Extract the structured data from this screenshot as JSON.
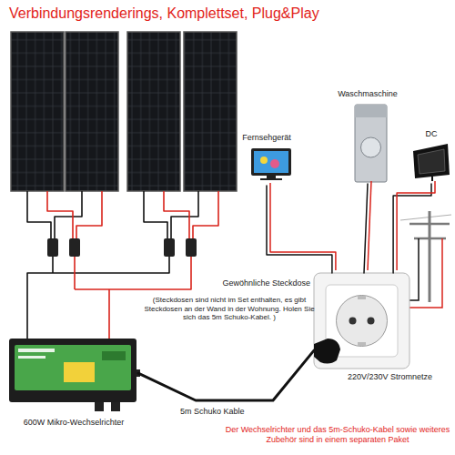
{
  "diagram": {
    "title": "Verbindungsrenderings, Komplettset, Plug&Play",
    "nodes": [
      {
        "text": [
          "Fernsehgerät"
        ]
      },
      {
        "text": [
          "Waschmaschine"
        ]
      },
      {
        "text": [
          "DC"
        ]
      },
      {
        "text": [
          "Gewöhnliche Steckdose"
        ]
      },
      {
        "text": [
          "600W Mikro-Wechselrichter"
        ]
      }
    ],
    "edges": [
      {
        "from": 3,
        "to": 0,
        "arrow": "none"
      },
      {
        "from": 3,
        "to": 1,
        "arrow": "none"
      },
      {
        "from": 3,
        "to": 2,
        "arrow": "none"
      },
      {
        "from": 4,
        "to": 3,
        "arrow": "none"
      }
    ],
    "labels": [
      "(Steckdosen sind nicht im Set enthalten, es gibt Steckdosen an der Wand in der Wohnung. Holen Sie sich das 5m Schuko-Kabel. )",
      "220V/230V Stromnetze",
      "5m Schuko Kable",
      "Der Wechselrichter und das 5m-Schuko-Kabel sowie weiteres Zubehör sind in einem separaten Paket"
    ]
  }
}
